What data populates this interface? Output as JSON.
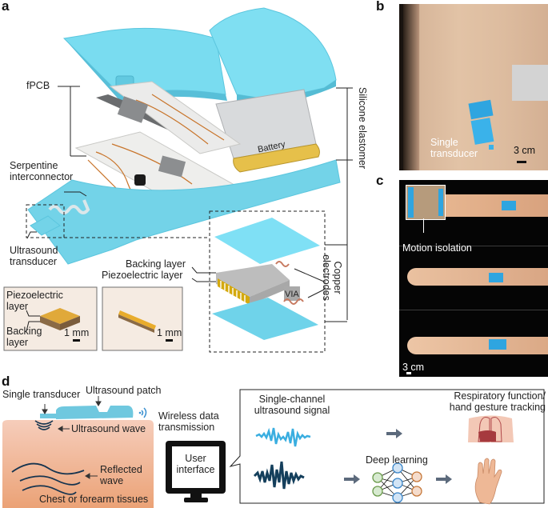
{
  "panels": {
    "a": {
      "letter": "a",
      "labels": {
        "fpcb": "fPCB",
        "serpentine_1": "Serpentine",
        "serpentine_2": "interconnector",
        "ultrasound_1": "Ultrasound",
        "ultrasound_2": "transducer",
        "battery": "Battery",
        "silicone": "Silicone elastomer",
        "backing_layer": "Backing layer",
        "piezo_layer": "Piezoelectric layer",
        "via": "VIA",
        "copper_1": "Copper",
        "copper_2": "electrodes"
      },
      "inset_left": {
        "piezo_1": "Piezoelectric",
        "piezo_2": "layer",
        "backing_1": "Backing",
        "backing_2": "layer",
        "scale": "1 mm"
      },
      "inset_right": {
        "scale": "1 mm"
      }
    },
    "b": {
      "letter": "b",
      "single_1": "Single",
      "single_2": "transducer",
      "scale": "3 cm"
    },
    "c": {
      "letter": "c",
      "motion_isolation": "Motion isolation",
      "scale": "3 cm"
    },
    "d": {
      "letter": "d",
      "single_transducer": "Single transducer",
      "ultrasound_patch": "Ultrasound patch",
      "ultrasound_wave": "Ultrasound wave",
      "reflected_1": "Reflected",
      "reflected_2": "wave",
      "tissues": "Chest or forearm tissues",
      "wireless_1": "Wireless data",
      "wireless_2": "transmission",
      "ui_1": "User",
      "ui_2": "interface",
      "signal_1": "Single-channel",
      "signal_2": "ultrasound signal",
      "deep_learning": "Deep learning",
      "resp_1": "Respiratory function/",
      "resp_2": "hand gesture tracking"
    }
  },
  "colors": {
    "silicone": "#6fd3ea",
    "silicone_dark": "#4fb8d2",
    "pcb": "#e9e9e6",
    "trace": "#c8742a",
    "battery_cap": "#e8c24a",
    "skin_top": "#f4c7b4",
    "skin_bottom": "#eaa078",
    "signal_light": "#3aaee0",
    "signal_dark": "#143f5c",
    "nn_green": "#6a9a4a",
    "nn_blue": "#3a85c8",
    "nn_orange": "#c6783a",
    "arrow": "#5c6a7c"
  }
}
